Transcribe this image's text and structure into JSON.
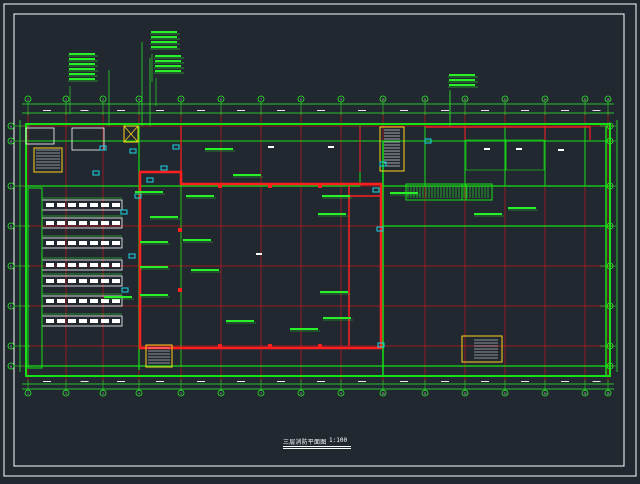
{
  "drawing": {
    "title": "三层消防平面图",
    "scale": "1:100"
  },
  "colors": {
    "background": "#212830",
    "frame": "#ffffff",
    "wall": "#16e016",
    "fire_main": "#ff1f1f",
    "axis_grid": "#c2171c",
    "annotation": "#2af02a",
    "dim_text": "#e8e8e8",
    "equipment": "#ffd21a",
    "cyan_device": "#19d7e6",
    "room_text": "#ffffff"
  },
  "column_axis_labels": [
    "1",
    "2",
    "3",
    "4",
    "5",
    "6",
    "7",
    "8",
    "9",
    "10",
    "11",
    "12",
    "13",
    "14",
    "15",
    "16",
    "17",
    "18",
    "19",
    "20"
  ],
  "row_axis_labels": [
    "A",
    "B",
    "C",
    "D",
    "E",
    "F",
    "G",
    "H"
  ]
}
